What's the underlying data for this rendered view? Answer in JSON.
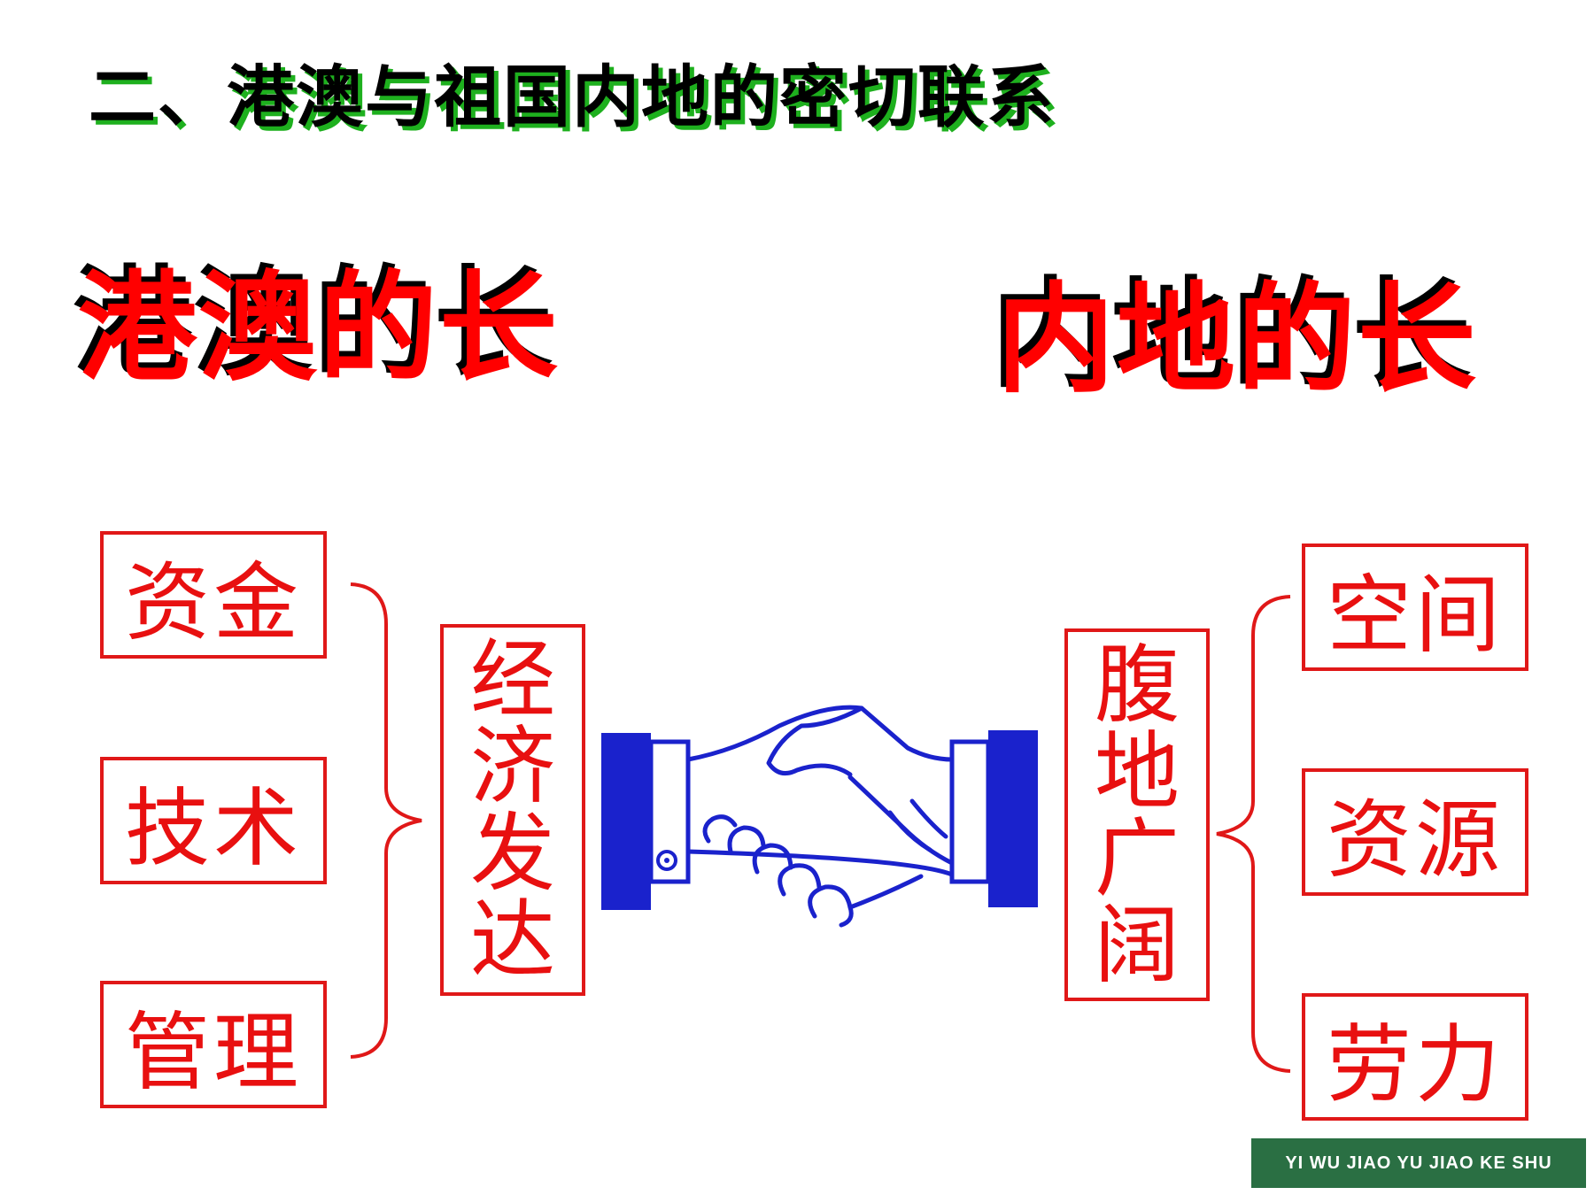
{
  "title": "二、港澳与祖国内地的密切联系",
  "left_heading": "港澳的长",
  "right_heading": "内地的长",
  "left_items": [
    "资金",
    "技术",
    "管理"
  ],
  "left_summary": [
    "经",
    "济",
    "发",
    "达"
  ],
  "right_summary": [
    "腹",
    "地",
    "广",
    "阔"
  ],
  "right_items": [
    "空间",
    "资源",
    "劳力"
  ],
  "center_icon": "handshake-icon",
  "footer_text": "YI WU JIAO YU JIAO KE SHU",
  "colors": {
    "text_red": "#e81010",
    "box_border": "#e01818",
    "handshake": "#1a22cc",
    "title_shadow": "#1eb01e",
    "footer_bg": "#2a6f43"
  }
}
